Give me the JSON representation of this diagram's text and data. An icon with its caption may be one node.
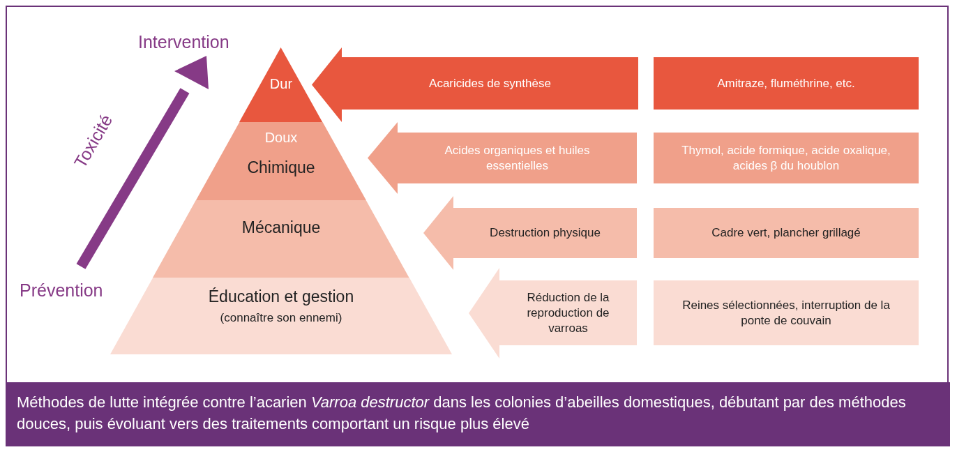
{
  "diagram": {
    "caption": "Méthodes de lutte intégrée contre l’acarien *Varroa destructor* dans les colonies d’abeilles domestiques, débutant par des méthodes douces, puis évoluant vers des traitements comportant un risque plus élevé",
    "nodes": [
      {
        "text": [
          "Dur"
        ]
      },
      {
        "text": [
          "Doux",
          "Chimique"
        ]
      },
      {
        "text": [
          "Mécanique"
        ]
      },
      {
        "text": [
          "Éducation et gestion",
          "(connaître son ennemi)"
        ]
      },
      {
        "text": [
          "Acaricides de synthèse"
        ]
      },
      {
        "text": [
          "Amitraze, fluméthrine, etc."
        ]
      },
      {
        "text": [
          "Acides organiques et huiles essentielles"
        ]
      },
      {
        "text": [
          "Thymol, acide formique, acide oxalique, acides β du houblon"
        ]
      },
      {
        "text": [
          "Destruction physique"
        ]
      },
      {
        "text": [
          "Cadre vert, plancher grillagé"
        ]
      },
      {
        "text": [
          "Réduction de la reproduction de varroas"
        ]
      },
      {
        "text": [
          "Reines sélectionnées, interruption de la ponte de couvain"
        ]
      }
    ],
    "labels": [
      "Intervention",
      "Toxicité",
      "Prévention"
    ]
  }
}
